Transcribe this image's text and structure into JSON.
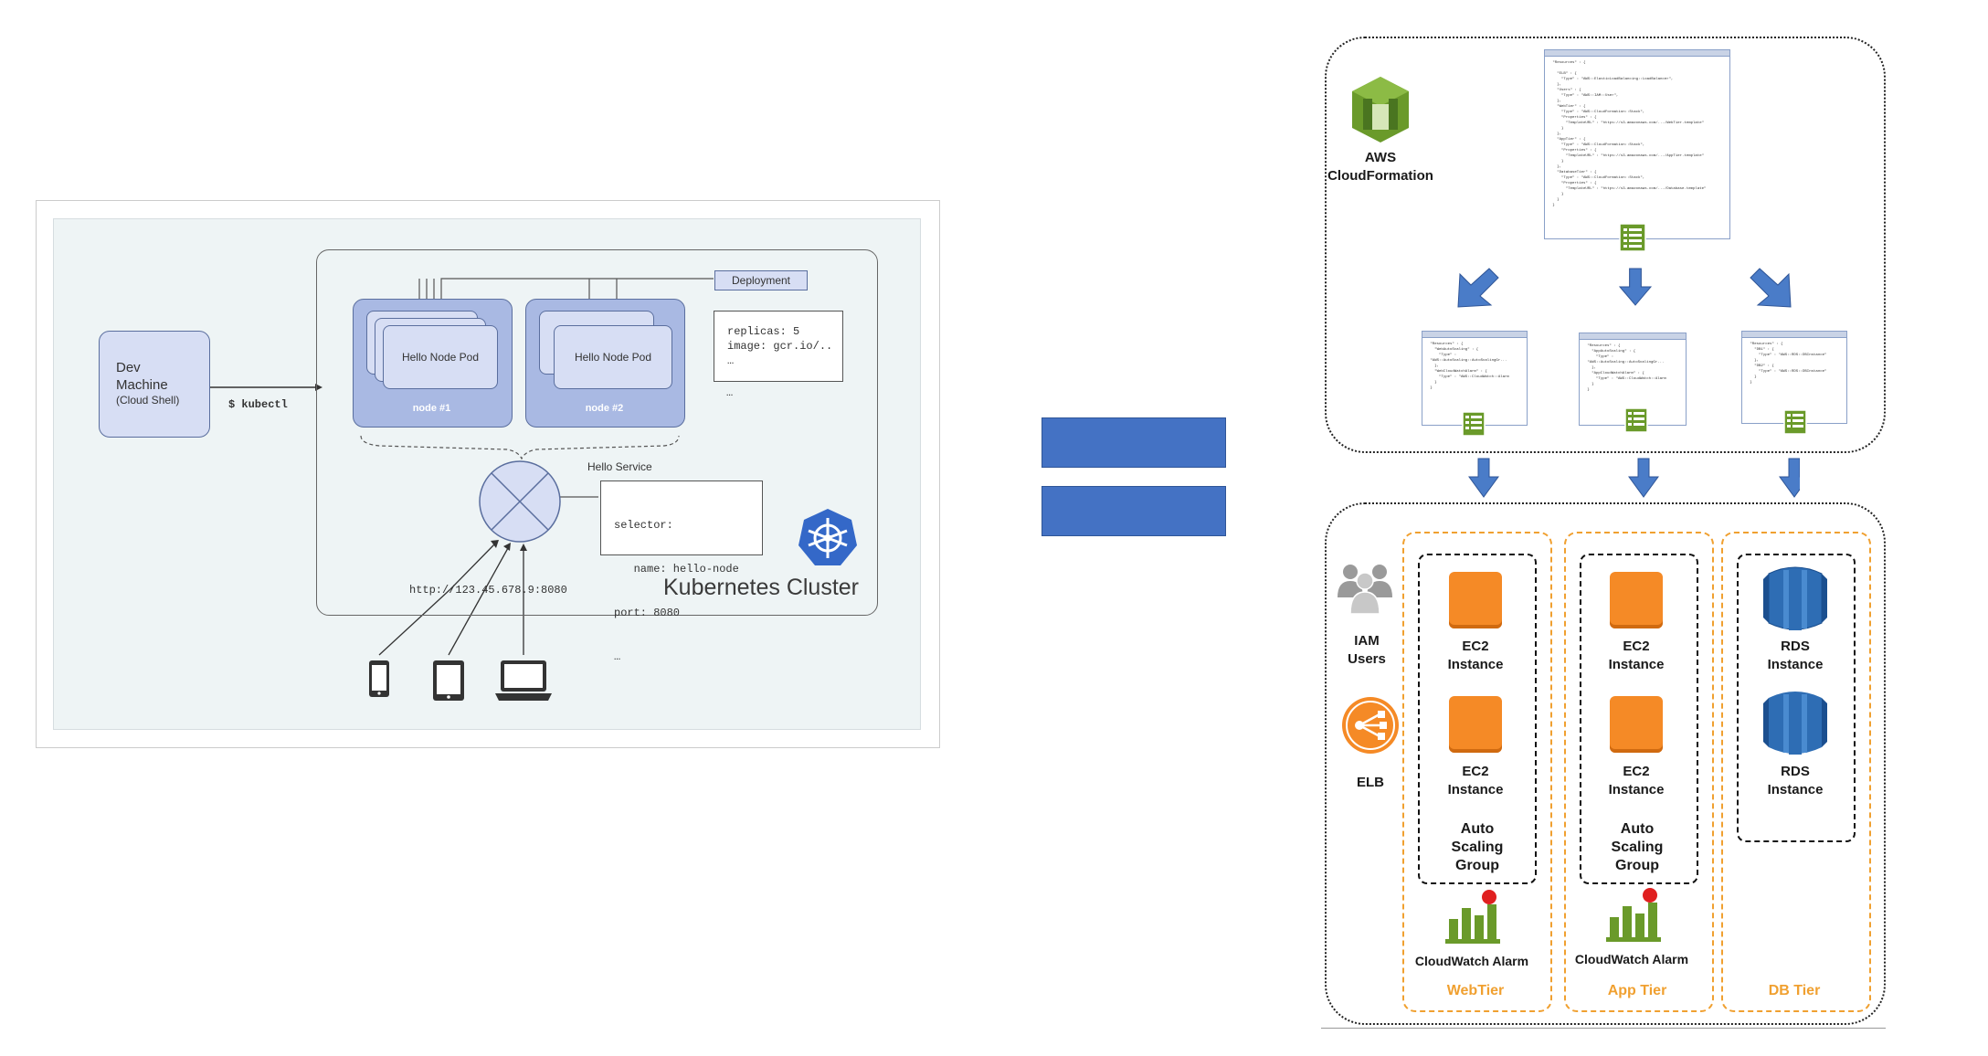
{
  "kubernetes": {
    "dev_machine": [
      "Dev",
      "Machine",
      "(Cloud Shell)"
    ],
    "kubectl": "$ kubectl",
    "deployment": "Deployment",
    "pods": [
      "Hello Node Pod",
      "Hello Node Pod"
    ],
    "nodes": [
      "node #1",
      "node #2"
    ],
    "deployment_spec": [
      "replicas: 5",
      "image: gcr.io/..",
      "…"
    ],
    "ellipsis": "…",
    "service_title": "Hello Service",
    "service_spec": [
      "selector:",
      "   name: hello-node",
      "port: 8080",
      "…"
    ],
    "url": "http://123.45.678.9:8080",
    "cluster_label": "Kubernetes Cluster"
  },
  "equals_color": "#4472c4",
  "aws": {
    "cloudformation": [
      "AWS",
      "CloudFormation"
    ],
    "iam": [
      "IAM",
      "Users"
    ],
    "elb": "ELB",
    "tiers": [
      {
        "items": [
          [
            "EC2",
            "Instance"
          ],
          [
            "EC2",
            "Instance"
          ]
        ],
        "group": [
          "Auto",
          "Scaling",
          "Group"
        ],
        "alarm": "CloudWatch Alarm",
        "name": "WebTier"
      },
      {
        "items": [
          [
            "EC2",
            "Instance"
          ],
          [
            "EC2",
            "Instance"
          ]
        ],
        "group": [
          "Auto",
          "Scaling",
          "Group"
        ],
        "alarm": "CloudWatch Alarm",
        "name": "App Tier"
      },
      {
        "items": [
          [
            "RDS",
            "Instance"
          ],
          [
            "RDS",
            "Instance"
          ]
        ],
        "name": "DB Tier"
      }
    ]
  },
  "colors": {
    "k8s_bg": "#eef4f5",
    "pod_fill": "#d7def4",
    "node_fill": "#a9b9e3",
    "arrow_blue": "#4a7cc8",
    "ec2_orange": "#f58a26",
    "rds_blue": "#2e6db4",
    "tier_orange": "#f0a030",
    "cf_green": "#6a9a2a"
  }
}
